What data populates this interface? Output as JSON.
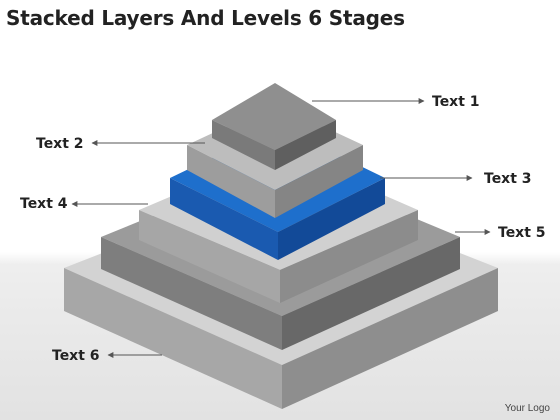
{
  "title": "Stacked Layers And Levels 6 Stages",
  "labels": {
    "text1": "Text 1",
    "text2": "Text 2",
    "text3": "Text 3",
    "text4": "Text 4",
    "text5": "Text 5",
    "text6": "Text 6"
  },
  "footer": {
    "logo_text": "Your Logo"
  },
  "colors": {
    "highlight_layer": "#1e6fcc",
    "gray_layers": "#8f8f8f",
    "connector": "#555555",
    "label_text": "#222222"
  }
}
